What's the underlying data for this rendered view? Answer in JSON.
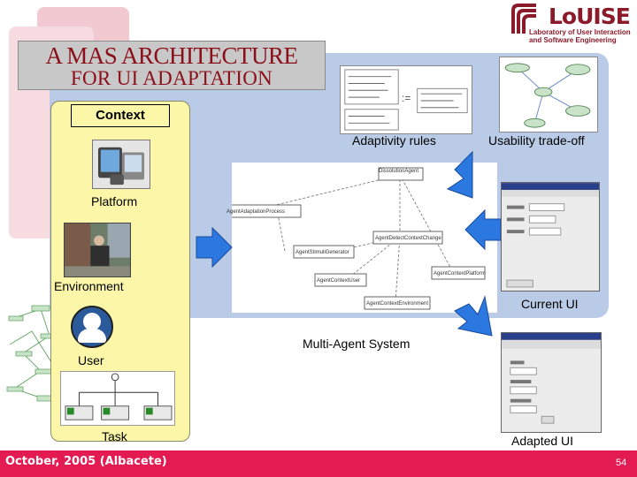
{
  "title": {
    "line1": "A MAS ARCHITECTURE",
    "line2": "FOR UI ADAPTATION"
  },
  "logo": {
    "name": "LoUISE",
    "subtitle_line1": "Laboratory of User Interaction",
    "subtitle_line2": "and Software Engineering"
  },
  "context": {
    "label": "Context",
    "items": [
      "Platform",
      "Environment",
      "User",
      "Task"
    ]
  },
  "labels": {
    "adaptivity_rules": "Adaptivity rules",
    "usability_tradeoff": "Usability trade-off",
    "current_ui": "Current UI",
    "multi_agent_system": "Multi-Agent System",
    "adapted_ui": "Adapted UI",
    "rules_operator": ":="
  },
  "mas_agents": [
    "DissolutionAgent",
    "AgentAdaptationProcess",
    "AgentDetectContextChange",
    "AgentStimuliGenerator",
    "AgentContextPlatform",
    "AgentContextUser",
    "AgentContextEnvironment"
  ],
  "footer": {
    "date": "October, 2005 (Albacete)",
    "page": "54"
  },
  "colors": {
    "accent": "#e31b52",
    "title": "#8b0f1a",
    "context_bg": "#fbf6a8",
    "region_bg": "#b9cbe6",
    "arrow": "#2a78e0"
  }
}
